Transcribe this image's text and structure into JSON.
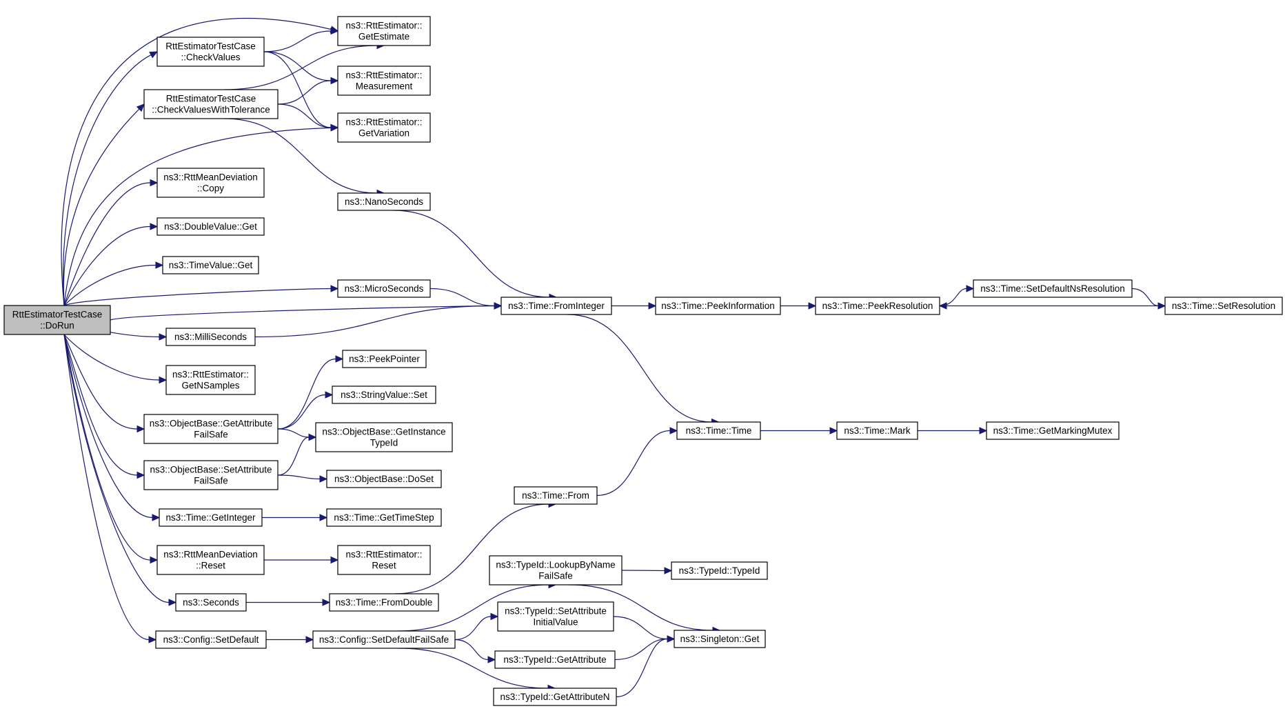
{
  "nodes": [
    {
      "id": "dorun",
      "lines": [
        "RttEstimatorTestCase",
        "::DoRun"
      ],
      "root": true
    },
    {
      "id": "checkvalues",
      "lines": [
        "RttEstimatorTestCase",
        "::CheckValues"
      ]
    },
    {
      "id": "checkvalueswithtol",
      "lines": [
        "RttEstimatorTestCase",
        "::CheckValuesWithTolerance"
      ]
    },
    {
      "id": "rttmeandev_copy",
      "lines": [
        "ns3::RttMeanDeviation",
        "::Copy"
      ]
    },
    {
      "id": "doublevalue_get",
      "lines": [
        "ns3::DoubleValue::Get"
      ]
    },
    {
      "id": "timevalue_get",
      "lines": [
        "ns3::TimeValue::Get"
      ]
    },
    {
      "id": "milliseconds",
      "lines": [
        "ns3::MilliSeconds"
      ]
    },
    {
      "id": "getnsamples",
      "lines": [
        "ns3::RttEstimator::",
        "GetNSamples"
      ]
    },
    {
      "id": "getattrfailsafe",
      "lines": [
        "ns3::ObjectBase::GetAttribute",
        "FailSafe"
      ]
    },
    {
      "id": "setattrfailsafe",
      "lines": [
        "ns3::ObjectBase::SetAttribute",
        "FailSafe"
      ]
    },
    {
      "id": "time_getinteger",
      "lines": [
        "ns3::Time::GetInteger"
      ]
    },
    {
      "id": "rttmeandev_reset",
      "lines": [
        "ns3::RttMeanDeviation",
        "::Reset"
      ]
    },
    {
      "id": "seconds",
      "lines": [
        "ns3::Seconds"
      ]
    },
    {
      "id": "config_setdefault",
      "lines": [
        "ns3::Config::SetDefault"
      ]
    },
    {
      "id": "getestimate",
      "lines": [
        "ns3::RttEstimator::",
        "GetEstimate"
      ]
    },
    {
      "id": "measurement",
      "lines": [
        "ns3::RttEstimator::",
        "Measurement"
      ]
    },
    {
      "id": "getvariation",
      "lines": [
        "ns3::RttEstimator::",
        "GetVariation"
      ]
    },
    {
      "id": "nanoseconds",
      "lines": [
        "ns3::NanoSeconds"
      ]
    },
    {
      "id": "microseconds",
      "lines": [
        "ns3::MicroSeconds"
      ]
    },
    {
      "id": "peekpointer",
      "lines": [
        "ns3::PeekPointer"
      ]
    },
    {
      "id": "stringvalue_set",
      "lines": [
        "ns3::StringValue::Set"
      ]
    },
    {
      "id": "getinstancetypeid",
      "lines": [
        "ns3::ObjectBase::GetInstance",
        "TypeId"
      ]
    },
    {
      "id": "objectbase_doset",
      "lines": [
        "ns3::ObjectBase::DoSet"
      ]
    },
    {
      "id": "time_gettimestep",
      "lines": [
        "ns3::Time::GetTimeStep"
      ]
    },
    {
      "id": "rttestimator_reset",
      "lines": [
        "ns3::RttEstimator::",
        "Reset"
      ]
    },
    {
      "id": "time_fromdouble",
      "lines": [
        "ns3::Time::FromDouble"
      ]
    },
    {
      "id": "config_setdefaultfailsafe",
      "lines": [
        "ns3::Config::SetDefaultFailSafe"
      ]
    },
    {
      "id": "time_frominteger",
      "lines": [
        "ns3::Time::FromInteger"
      ]
    },
    {
      "id": "time_time",
      "lines": [
        "ns3::Time::Time"
      ]
    },
    {
      "id": "time_from",
      "lines": [
        "ns3::Time::From"
      ]
    },
    {
      "id": "lookupbynamefailsafe",
      "lines": [
        "ns3::TypeId::LookupByName",
        "FailSafe"
      ]
    },
    {
      "id": "setattrinitialvalue",
      "lines": [
        "ns3::TypeId::SetAttribute",
        "InitialValue"
      ]
    },
    {
      "id": "typeid_getattribute",
      "lines": [
        "ns3::TypeId::GetAttribute"
      ]
    },
    {
      "id": "typeid_getattributen",
      "lines": [
        "ns3::TypeId::GetAttributeN"
      ]
    },
    {
      "id": "peekinformation",
      "lines": [
        "ns3::Time::PeekInformation"
      ]
    },
    {
      "id": "peekresolution",
      "lines": [
        "ns3::Time::PeekResolution"
      ]
    },
    {
      "id": "setdefaultnsresolution",
      "lines": [
        "ns3::Time::SetDefaultNsResolution"
      ]
    },
    {
      "id": "setresolution",
      "lines": [
        "ns3::Time::SetResolution"
      ]
    },
    {
      "id": "time_mark",
      "lines": [
        "ns3::Time::Mark"
      ]
    },
    {
      "id": "getmarkingmutex",
      "lines": [
        "ns3::Time::GetMarkingMutex"
      ]
    },
    {
      "id": "typeid_typeid",
      "lines": [
        "ns3::TypeId::TypeId"
      ]
    },
    {
      "id": "singleton_get",
      "lines": [
        "ns3::Singleton::Get"
      ]
    }
  ],
  "edges": [
    [
      "dorun",
      "checkvalues"
    ],
    [
      "dorun",
      "checkvalueswithtol"
    ],
    [
      "dorun",
      "rttmeandev_copy"
    ],
    [
      "dorun",
      "doublevalue_get"
    ],
    [
      "dorun",
      "timevalue_get"
    ],
    [
      "dorun",
      "microseconds"
    ],
    [
      "dorun",
      "time_frominteger"
    ],
    [
      "dorun",
      "milliseconds"
    ],
    [
      "dorun",
      "getnsamples"
    ],
    [
      "dorun",
      "getattrfailsafe"
    ],
    [
      "dorun",
      "setattrfailsafe"
    ],
    [
      "dorun",
      "time_getinteger"
    ],
    [
      "dorun",
      "rttmeandev_reset"
    ],
    [
      "dorun",
      "seconds"
    ],
    [
      "dorun",
      "config_setdefault"
    ],
    [
      "dorun",
      "getestimate"
    ],
    [
      "dorun",
      "getvariation"
    ],
    [
      "checkvalues",
      "getestimate"
    ],
    [
      "checkvalues",
      "measurement"
    ],
    [
      "checkvalues",
      "getvariation"
    ],
    [
      "checkvalueswithtol",
      "getestimate"
    ],
    [
      "checkvalueswithtol",
      "measurement"
    ],
    [
      "checkvalueswithtol",
      "getvariation"
    ],
    [
      "checkvalueswithtol",
      "nanoseconds"
    ],
    [
      "nanoseconds",
      "time_frominteger"
    ],
    [
      "microseconds",
      "time_frominteger"
    ],
    [
      "milliseconds",
      "time_frominteger"
    ],
    [
      "time_frominteger",
      "peekinformation"
    ],
    [
      "time_frominteger",
      "time_time"
    ],
    [
      "peekinformation",
      "peekresolution"
    ],
    [
      "peekresolution",
      "setdefaultnsresolution"
    ],
    [
      "setdefaultnsresolution",
      "setresolution"
    ],
    [
      "setresolution",
      "peekresolution"
    ],
    [
      "getattrfailsafe",
      "peekpointer"
    ],
    [
      "getattrfailsafe",
      "stringvalue_set"
    ],
    [
      "getattrfailsafe",
      "getinstancetypeid"
    ],
    [
      "setattrfailsafe",
      "getinstancetypeid"
    ],
    [
      "setattrfailsafe",
      "objectbase_doset"
    ],
    [
      "time_getinteger",
      "time_gettimestep"
    ],
    [
      "rttmeandev_reset",
      "rttestimator_reset"
    ],
    [
      "seconds",
      "time_fromdouble"
    ],
    [
      "time_fromdouble",
      "time_from"
    ],
    [
      "time_from",
      "time_time"
    ],
    [
      "time_time",
      "time_mark"
    ],
    [
      "time_mark",
      "getmarkingmutex"
    ],
    [
      "config_setdefault",
      "config_setdefaultfailsafe"
    ],
    [
      "config_setdefaultfailsafe",
      "lookupbynamefailsafe"
    ],
    [
      "config_setdefaultfailsafe",
      "setattrinitialvalue"
    ],
    [
      "config_setdefaultfailsafe",
      "typeid_getattribute"
    ],
    [
      "config_setdefaultfailsafe",
      "typeid_getattributen"
    ],
    [
      "lookupbynamefailsafe",
      "typeid_typeid"
    ],
    [
      "lookupbynamefailsafe",
      "singleton_get"
    ],
    [
      "setattrinitialvalue",
      "singleton_get"
    ],
    [
      "typeid_getattribute",
      "singleton_get"
    ],
    [
      "typeid_getattributen",
      "singleton_get"
    ]
  ]
}
